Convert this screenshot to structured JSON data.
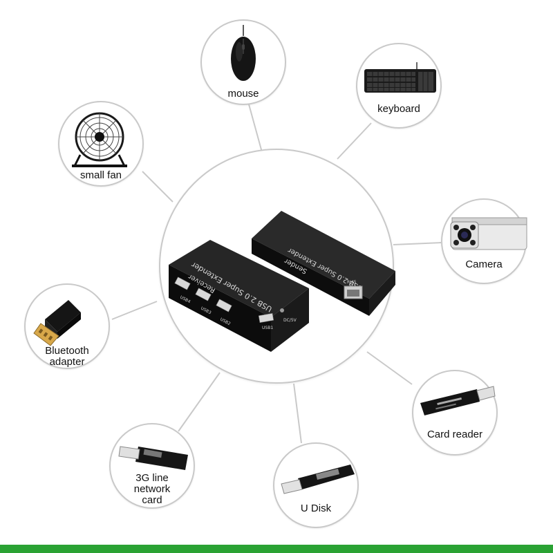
{
  "center": {
    "receiver_title": "USB 2.0 Super Extender",
    "receiver_sub": "Receiver",
    "sender_title": "USB 2.0 Super Extender",
    "sender_sub": "Sender",
    "ports": [
      "USB4",
      "USB3",
      "USB2",
      "USB1",
      "DC/5V",
      "RJ45"
    ]
  },
  "devices": [
    {
      "key": "mouse",
      "label": "mouse",
      "icon": "mouse-icon"
    },
    {
      "key": "keyboard",
      "label": "keyboard",
      "icon": "keyboard-icon"
    },
    {
      "key": "small-fan",
      "label": "small fan",
      "icon": "fan-icon"
    },
    {
      "key": "camera",
      "label": "Camera",
      "icon": "camera-icon"
    },
    {
      "key": "bluetooth",
      "label": "Bluetooth\nadapter",
      "icon": "bluetooth-adapter-icon"
    },
    {
      "key": "card-reader",
      "label": "Card reader",
      "icon": "card-reader-icon"
    },
    {
      "key": "network-card",
      "label": "3G line\nnetwork\ncard",
      "icon": "network-card-icon"
    },
    {
      "key": "u-disk",
      "label": "U Disk",
      "icon": "u-disk-icon"
    }
  ],
  "colors": {
    "accent_bar": "#2aa233",
    "circle_border": "#c9c9c9",
    "device_body": "#141414"
  }
}
